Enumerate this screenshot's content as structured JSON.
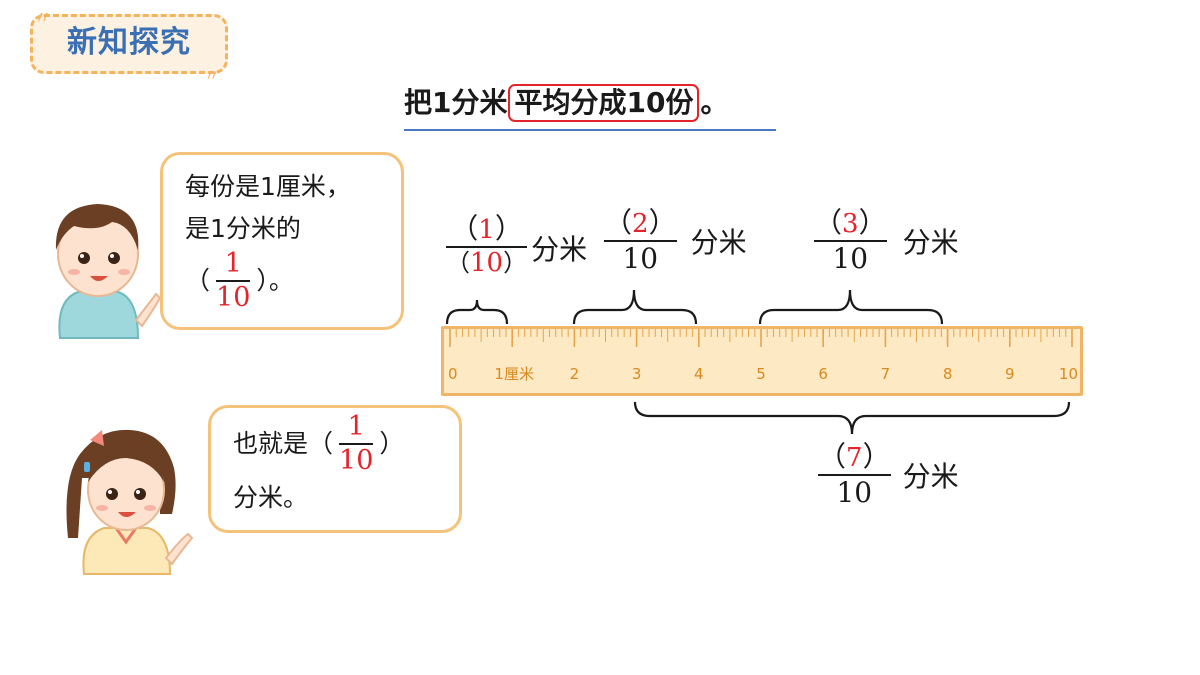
{
  "header": {
    "badge": "新知探究"
  },
  "title": {
    "before": "把1分米",
    "boxed": "平均分成10份",
    "after": "。"
  },
  "bubble1": {
    "line1": "每份是1厘米，",
    "line2": "是1分米的",
    "open": "（",
    "close": "）。",
    "frac": {
      "num": "1",
      "den": "10"
    }
  },
  "bubble2": {
    "prefix": "也就是（",
    "close": "）",
    "line2": "分米。",
    "frac": {
      "num": "1",
      "den": "10"
    }
  },
  "fractions": {
    "f1": {
      "open": "（",
      "num": "1",
      "close": "）",
      "den_open": "（",
      "den": "10",
      "den_close": "）",
      "unit": "分米"
    },
    "f2": {
      "open": "（",
      "num": "2",
      "close": "）",
      "den": "10",
      "unit": "分米"
    },
    "f3": {
      "open": "（",
      "num": "3",
      "close": "）",
      "den": "10",
      "unit": "分米"
    },
    "f7": {
      "open": "（",
      "num": "7",
      "close": "）",
      "den": "10",
      "unit": "分米"
    }
  },
  "ruler": {
    "labels": [
      "0",
      "1厘米",
      "2",
      "3",
      "4",
      "5",
      "6",
      "7",
      "8",
      "9",
      "10"
    ]
  },
  "colors": {
    "accent_red": "#e5232b",
    "bubble_border": "#f5c27a",
    "ruler_fill": "#fde9c4",
    "badge_text": "#3a6fb3"
  }
}
